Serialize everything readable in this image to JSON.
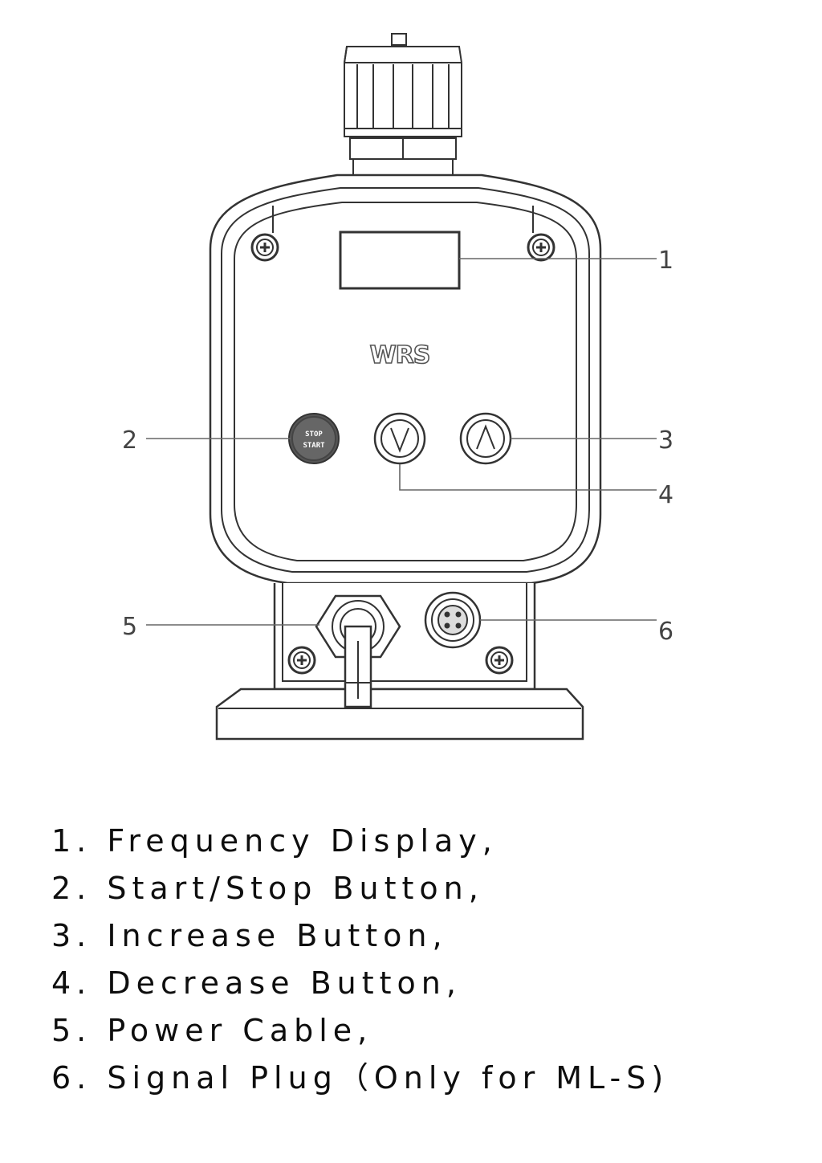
{
  "device": {
    "brand": "WRS",
    "button_labels": {
      "stop": "STOP",
      "start": "START"
    }
  },
  "callouts": [
    {
      "id": "1",
      "label": "1"
    },
    {
      "id": "2",
      "label": "2"
    },
    {
      "id": "3",
      "label": "3"
    },
    {
      "id": "4",
      "label": "4"
    },
    {
      "id": "5",
      "label": "5"
    },
    {
      "id": "6",
      "label": "6"
    }
  ],
  "legend": [
    "1. Frequency Display,",
    "2. Start/Stop Button,",
    "3. Increase Button,",
    "4. Decrease Button,",
    "5. Power Cable,",
    "6. Signal Plug（Only for ML-S)"
  ]
}
